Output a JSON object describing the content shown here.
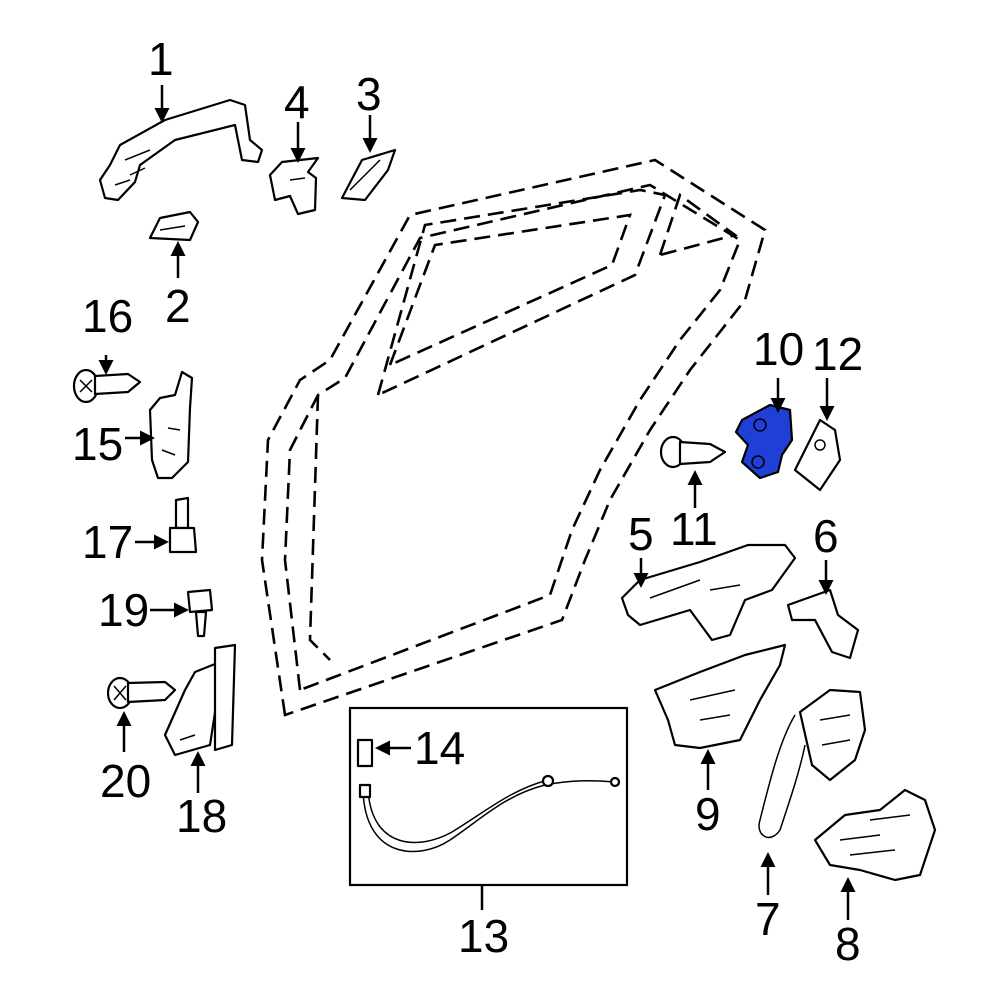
{
  "diagram": {
    "highlight_color": "#1f3fd6",
    "callouts": {
      "n1": "1",
      "n2": "2",
      "n3": "3",
      "n4": "4",
      "n5": "5",
      "n6": "6",
      "n7": "7",
      "n8": "8",
      "n9": "9",
      "n10": "10",
      "n11": "11",
      "n12": "12",
      "n13": "13",
      "n14": "14",
      "n15": "15",
      "n16": "16",
      "n17": "17",
      "n18": "18",
      "n19": "19",
      "n20": "20"
    },
    "highlighted_part": "10"
  }
}
